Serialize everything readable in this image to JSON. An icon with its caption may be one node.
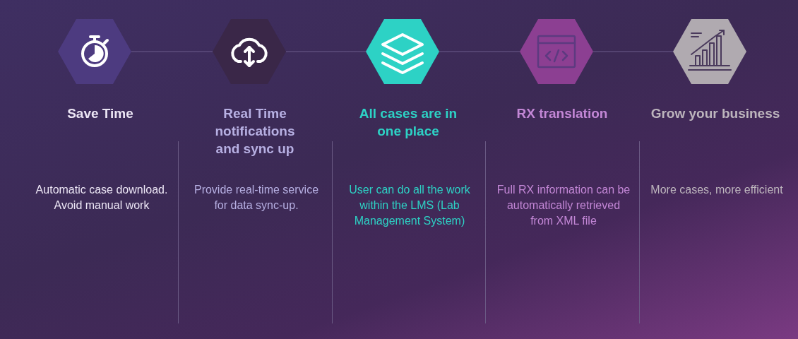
{
  "diagram": {
    "nodes": [
      {
        "text": [],
        "shape": "hexagon",
        "beside": [
          "Save Time"
        ]
      },
      {
        "text": [],
        "shape": "hexagon",
        "beside": [
          "Real Time notifications and sync up"
        ]
      },
      {
        "text": [],
        "shape": "hexagon",
        "beside": [
          "All cases are in one place"
        ]
      },
      {
        "text": [],
        "shape": "hexagon",
        "beside": [
          "RX translation"
        ]
      },
      {
        "text": [],
        "shape": "hexagon",
        "beside": [
          "Grow your business"
        ]
      }
    ],
    "edges": [
      {
        "from": 0,
        "to": 1,
        "arrow": "none"
      },
      {
        "from": 1,
        "to": 2,
        "arrow": "none"
      },
      {
        "from": 2,
        "to": 3,
        "arrow": "none"
      },
      {
        "from": 3,
        "to": 4,
        "arrow": "none"
      }
    ],
    "labels": [
      "Automatic case download. Avoid manual work",
      "Provide real-time service for data sync-up.",
      "User can do all the work within the LMS (Lab Management System)",
      "Full RX information can be automatically retrieved from XML file",
      "More cases, more efficient"
    ]
  }
}
